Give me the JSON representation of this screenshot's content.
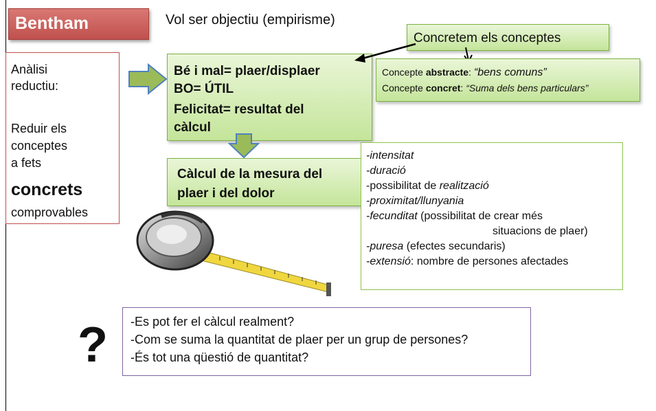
{
  "title": "Bentham",
  "subtitle": "Vol ser objectiu (empirisme)",
  "analysis": {
    "line1": "Anàlisi",
    "line2": "reductiu:",
    "line3": "Reduir els",
    "line4": "conceptes",
    "line5": "a fets",
    "emphasis": "concrets",
    "line6": "comprovables"
  },
  "main_box": {
    "line1": "Bé i mal= plaer/displaer",
    "line2": "BO= ÚTIL",
    "line3": "Felicitat=  resultat del",
    "line4": "càlcul"
  },
  "calc_box": {
    "line1": "Càlcul de la mesura del",
    "line2": "plaer i del dolor"
  },
  "concretem": "Concretem els conceptes",
  "concepts": {
    "a_prefix": "Concepte ",
    "a_bold": "abstracte",
    "a_sep": ": ",
    "a_italic": "“bens comuns”",
    "b_prefix": "Concepte ",
    "b_bold": "concret",
    "b_sep": ": ",
    "b_italic": "“Suma dels bens particulars”"
  },
  "factors": {
    "f1": "-intensitat",
    "f2": "-duració",
    "f3_text": "-possibilitat de ",
    "f3_italic": "realització",
    "f4": "-proximitat/llunyania",
    "f5_italic": "-fecunditat",
    "f5_text": " (possibilitat de crear més",
    "f5_cont": "situacions de plaer)",
    "f6_italic": "-puresa",
    "f6_text": " (efectes secundaris)",
    "f7_italic": "-extensió",
    "f7_text": ": nombre de persones afectades"
  },
  "questions": {
    "q1": "-Es pot fer el càlcul realment?",
    "q2": "-Com se suma la quantitat de plaer per un grup de persones?",
    "q3": "-És tot una qüestió de quantitat?"
  },
  "question_mark": "?",
  "icons": {
    "measuring_tape": "measuring-tape-icon",
    "arrow_right": "arrow-right-icon",
    "arrow_down": "arrow-down-icon"
  },
  "colors": {
    "title_red": "#c0504d",
    "green_fill": "#c4e59a",
    "green_border": "#7cb342",
    "purple_border": "#8064a2",
    "arrow_fill": "#9bbb59"
  }
}
